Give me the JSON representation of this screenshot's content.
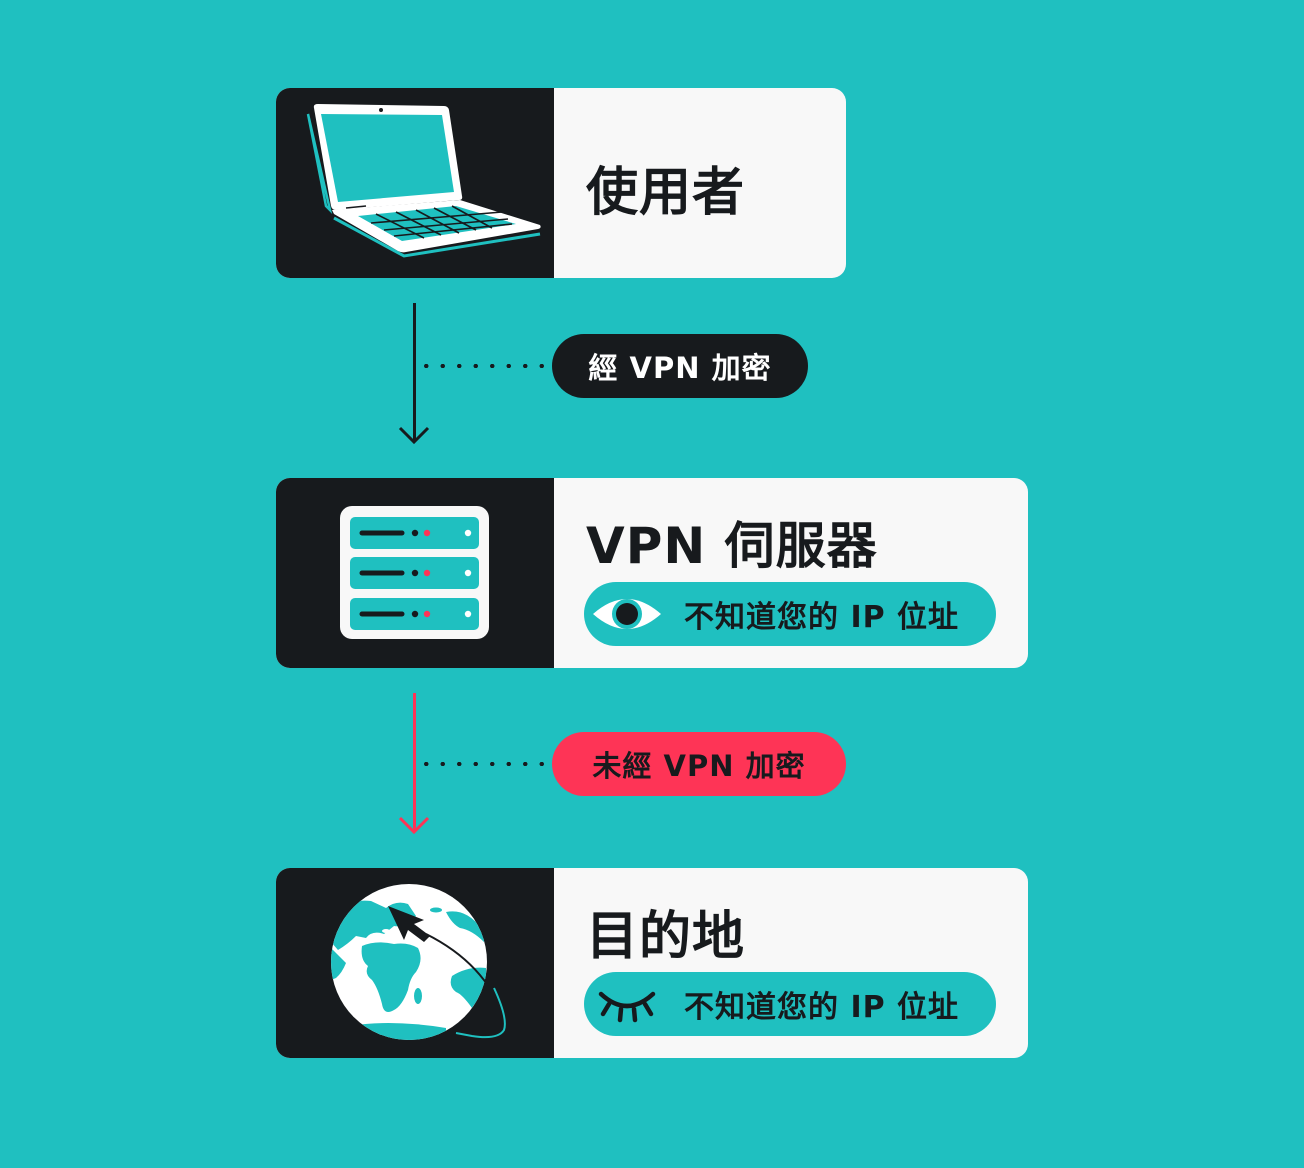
{
  "diagram": {
    "title": "VPN traffic flow",
    "colors": {
      "background": "#1fc0c0",
      "dark": "#171a1d",
      "card": "#f8f8f8",
      "accent_red": "#fe3456",
      "white": "#ffffff"
    },
    "nodes": [
      {
        "id": "user",
        "title": "使用者",
        "icon": "laptop-icon"
      },
      {
        "id": "vpn-server",
        "title": "VPN 伺服器",
        "icon": "server-icon",
        "status": {
          "icon": "eye-open-icon",
          "text": "不知道您的 IP 位址"
        }
      },
      {
        "id": "destination",
        "title": "目的地",
        "icon": "globe-icon",
        "status": {
          "icon": "eye-closed-icon",
          "text": "不知道您的 IP 位址"
        }
      }
    ],
    "edges": [
      {
        "from": "user",
        "to": "vpn-server",
        "label": "經 VPN 加密",
        "color": "#171a1d",
        "label_bg": "#171a1d",
        "label_color": "#ffffff"
      },
      {
        "from": "vpn-server",
        "to": "destination",
        "label": "未經 VPN 加密",
        "color": "#fe3456",
        "label_bg": "#fe3456",
        "label_color": "#171a1d"
      }
    ]
  }
}
